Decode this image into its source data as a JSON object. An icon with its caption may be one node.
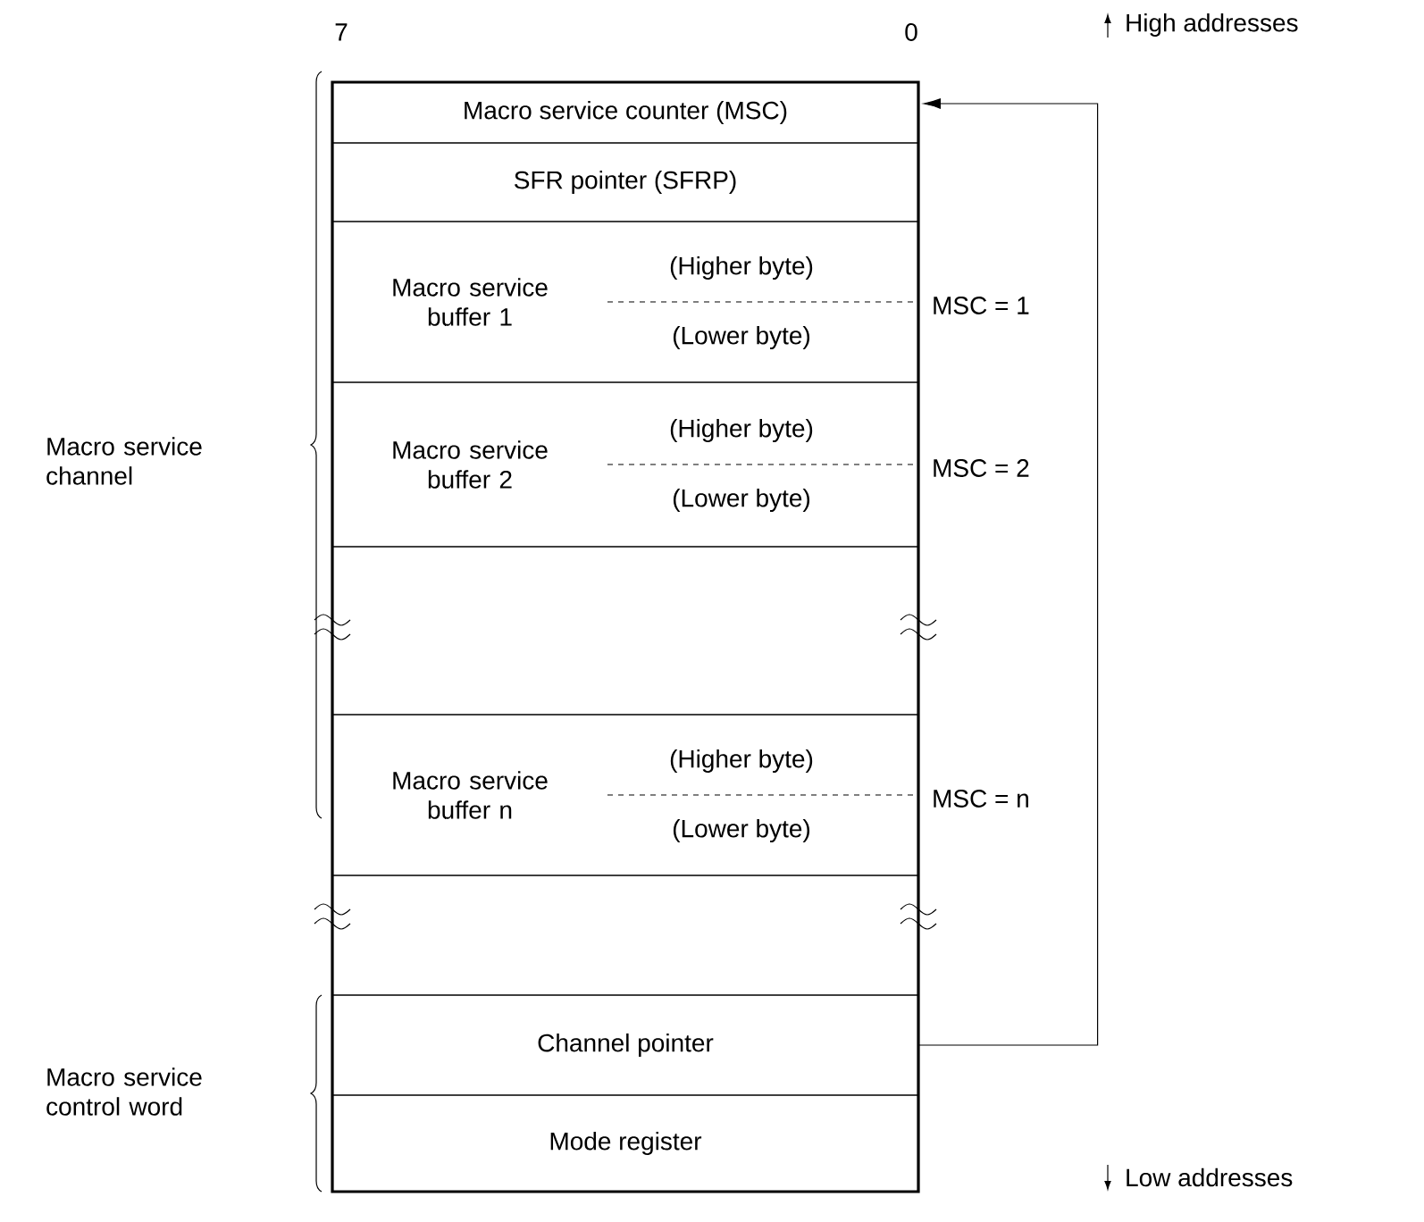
{
  "diagram": {
    "nodes": [
      {
        "text": [
          "Macro service counter (MSC)"
        ]
      },
      {
        "text": [
          "SFR pointer (SFRP)"
        ]
      },
      {
        "text": [
          "Macro service buffer 1",
          "(Higher byte)",
          "(Lower byte)"
        ],
        "beside": [
          "MSC = 1"
        ]
      },
      {
        "text": [
          "Macro service buffer 2",
          "(Higher byte)",
          "(Lower byte)"
        ],
        "beside": [
          "MSC = 2"
        ]
      },
      {
        "text": [],
        "shape": "box"
      },
      {
        "text": [
          "Macro service buffer n",
          "(Higher byte)",
          "(Lower byte)"
        ],
        "beside": [
          "MSC = n"
        ]
      },
      {
        "text": [],
        "shape": "box"
      },
      {
        "text": [
          "Channel pointer"
        ]
      },
      {
        "text": [
          "Mode register"
        ]
      }
    ],
    "edges": [
      {
        "from": 7,
        "to": 0,
        "arrow": "to"
      }
    ],
    "labels": [
      "7",
      "0",
      "High addresses",
      "Macro service channel",
      "Macro service control word",
      "Low addresses"
    ]
  }
}
